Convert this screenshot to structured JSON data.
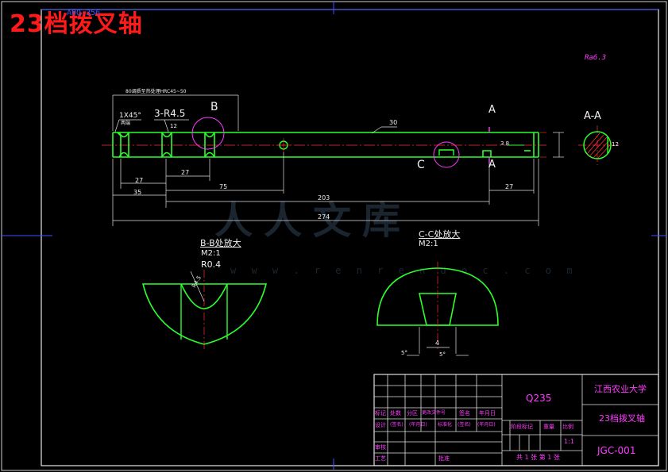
{
  "drawing": {
    "title": "23档拨叉轴",
    "stamp_label": "A0Q-356",
    "corner_mark": "Ra6.3"
  },
  "watermark": {
    "text": "人人文库",
    "url": "w w w . r e n r e n d o c . c o m"
  },
  "main_view": {
    "note_top": "80调质至热处理HRC45~50",
    "chamfer": "1X45°",
    "chamfer_sub": "两端",
    "grooves": "3-R4.5",
    "section_b": "B",
    "section_a_top": "A",
    "section_a_bottom": "A",
    "section_c": "C",
    "dim_12": "12",
    "dim_30": "30",
    "dim_8_right": "3 8",
    "dim_27_a": "27",
    "dim_27_b": "27",
    "dim_27_right": "27",
    "dim_35": "35",
    "dim_75": "75",
    "dim_203": "203",
    "dim_274": "274"
  },
  "section_aa": {
    "label": "A-A",
    "dim": "12"
  },
  "detail_b": {
    "title": "B-B处放大",
    "scale": "M2:1",
    "radius": "R0.4",
    "radius_arc": "R4.5"
  },
  "detail_c": {
    "title": "C-C处放大",
    "scale": "M2:1",
    "width": "4",
    "angle_left": "5°",
    "angle_right": "5°"
  },
  "title_block": {
    "material": "Q235",
    "school": "江西农业大学",
    "part_name": "23档拨叉轴",
    "drawing_no": "JGC-001",
    "scale_label": "比例",
    "scale_value": "1:1",
    "weight_label": "重量",
    "stage_label": "阶段标记",
    "sheets": "共 1 张 第 1 张",
    "h_mark": "标记",
    "h_count": "处数",
    "h_zone": "分区",
    "h_doc": "更改文件号",
    "h_sign": "签名",
    "h_date": "年月日",
    "r_design": "设计",
    "r_sign1": "(签名)",
    "r_date1": "(年月日)",
    "r_std": "标准化",
    "r_sign2": "(签名)",
    "r_date2": "(年月日)",
    "r_review": "审核",
    "r_process": "工艺",
    "r_approve": "批准"
  }
}
